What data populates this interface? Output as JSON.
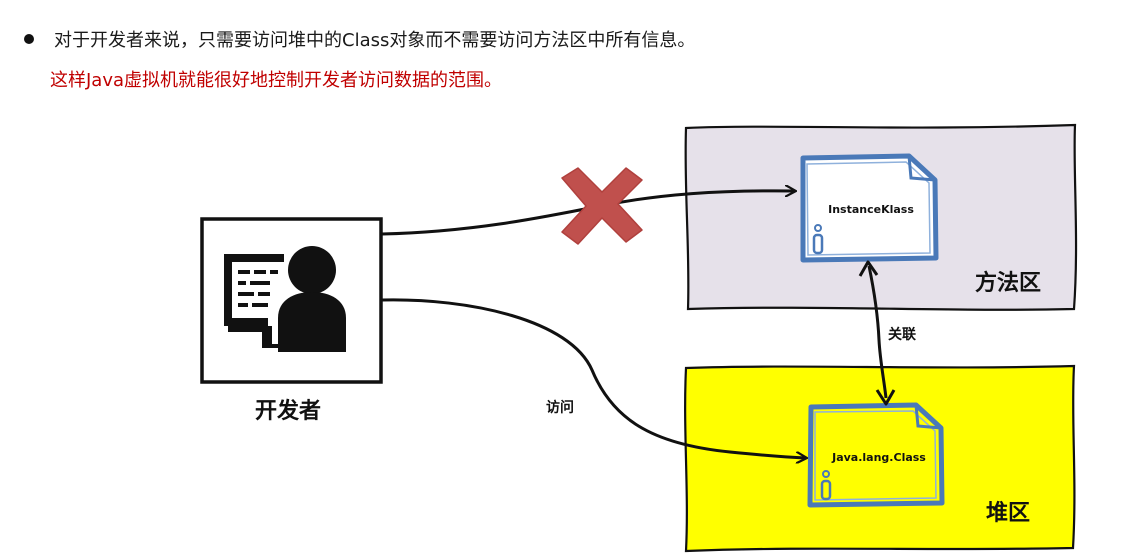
{
  "bullet": {
    "text": "对于开发者来说，只需要访问堆中的Class对象而不需要访问方法区中所有信息。"
  },
  "subtext": "这样Java虚拟机就能很好地控制开发者访问数据的范围。",
  "developer": {
    "label": "开发者",
    "icon": "developer-computer-icon"
  },
  "method_area": {
    "label": "方法区",
    "color": "#e6e1ea",
    "doc_label": "InstanceKlass"
  },
  "heap": {
    "label": "堆区",
    "color": "#ffff00",
    "doc_label": "Java.lang.Class"
  },
  "edges": {
    "access_label": "访问",
    "link_label": "关联"
  },
  "blocked_icon": "cross-icon",
  "colors": {
    "red_text": "#c00000",
    "cross": "#c0504d",
    "doc_border": "#5b8ac6"
  }
}
